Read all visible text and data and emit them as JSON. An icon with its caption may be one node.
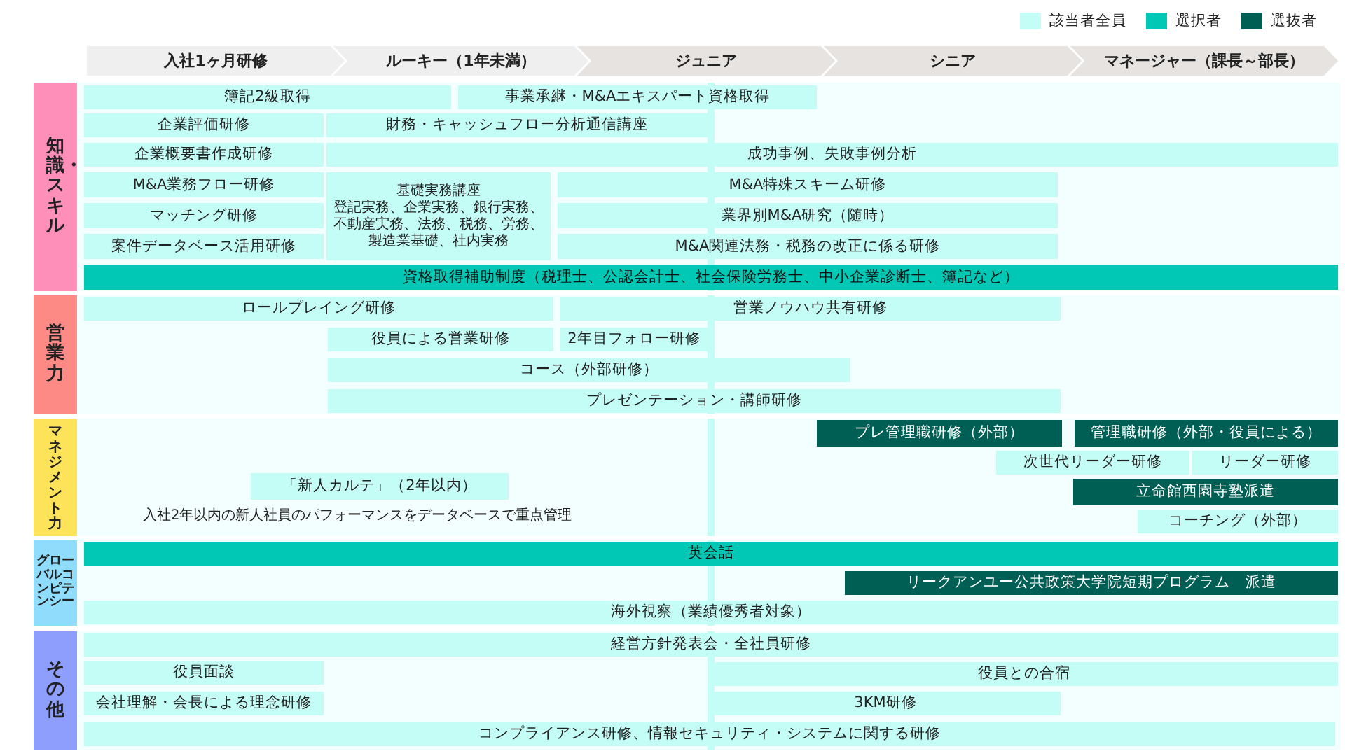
{
  "diagram": {
    "nodes": [
      {
        "text": [
          "入社1ヶ月研修"
        ]
      },
      {
        "text": [
          "ルーキー（1年未満）"
        ]
      },
      {
        "text": [
          "ジュニア"
        ]
      },
      {
        "text": [
          "シニア"
        ]
      },
      {
        "text": [
          "マネージャー（課長～部長）"
        ]
      },
      {
        "text": [
          "知識・スキル"
        ]
      },
      {
        "text": [
          "簿記2級取得"
        ],
        "in": 5
      },
      {
        "text": [
          "事業承継・M&Aエキスパート資格取得"
        ],
        "in": 5
      },
      {
        "text": [
          "企業評価研修"
        ],
        "in": 5
      },
      {
        "text": [
          "財務・キャッシュフロー分析通信講座"
        ],
        "in": 5
      },
      {
        "text": [
          "企業概要書作成研修"
        ],
        "in": 5
      },
      {
        "text": [
          "成功事例、失敗事例分析"
        ],
        "in": 5
      },
      {
        "text": [
          "M&A業務フロー研修"
        ],
        "in": 5
      },
      {
        "text": [
          "基礎実務講座",
          "登記実務、企業実務、銀行実務、不動産実務、法務、税務、労務、製造業基礎、社内実務"
        ],
        "in": 5
      },
      {
        "text": [
          "M&A特殊スキーム研修"
        ],
        "in": 5
      },
      {
        "text": [
          "マッチング研修"
        ],
        "in": 5
      },
      {
        "text": [
          "業界別M&A研究（随時）"
        ],
        "in": 5
      },
      {
        "text": [
          "案件データベース活用研修"
        ],
        "in": 5
      },
      {
        "text": [
          "M&A関連法務・税務の改正に係る研修"
        ],
        "in": 5
      },
      {
        "text": [
          "資格取得補助制度（税理士、公認会計士、社会保険労務士、中小企業診断士、簿記など）"
        ],
        "in": 5
      },
      {
        "text": [
          "営業力"
        ]
      },
      {
        "text": [
          "ロールプレイング研修"
        ],
        "in": 20
      },
      {
        "text": [
          "営業ノウハウ共有研修"
        ],
        "in": 20
      },
      {
        "text": [
          "役員による営業研修"
        ],
        "in": 20
      },
      {
        "text": [
          "2年目フォロー研修"
        ],
        "in": 20
      },
      {
        "text": [
          "コース（外部研修）"
        ],
        "in": 20
      },
      {
        "text": [
          "プレゼンテーション・講師研修"
        ],
        "in": 20
      },
      {
        "text": [
          "マネジメント力"
        ]
      },
      {
        "text": [
          "プレ管理職研修（外部）"
        ],
        "in": 27
      },
      {
        "text": [
          "管理職研修（外部・役員による）"
        ],
        "in": 27
      },
      {
        "text": [
          "次世代リーダー研修"
        ],
        "in": 27
      },
      {
        "text": [
          "リーダー研修"
        ],
        "in": 27
      },
      {
        "text": [
          "「新人カルテ」（2年以内）"
        ],
        "in": 27,
        "beside": [
          "入社2年以内の新人社員のパフォーマンスをデータベースで重点管理"
        ]
      },
      {
        "text": [
          "立命館西園寺塾派遣"
        ],
        "in": 27
      },
      {
        "text": [
          "コーチング（外部）"
        ],
        "in": 27
      },
      {
        "text": [
          "グローバルコンピテンシー"
        ]
      },
      {
        "text": [
          "英会話"
        ],
        "in": 35
      },
      {
        "text": [
          "リークアンユー公共政策大学院短期プログラム　派遣"
        ],
        "in": 35
      },
      {
        "text": [
          "海外視察（業績優秀者対象）"
        ],
        "in": 35
      },
      {
        "text": [
          "その他"
        ]
      },
      {
        "text": [
          "経営方針発表会・全社員研修"
        ],
        "in": 39
      },
      {
        "text": [
          "役員面談"
        ],
        "in": 39
      },
      {
        "text": [
          "役員との合宿"
        ],
        "in": 39
      },
      {
        "text": [
          "会社理解・会長による理念研修"
        ],
        "in": 39
      },
      {
        "text": [
          "3KM研修"
        ],
        "in": 39
      },
      {
        "text": [
          "コンプライアンス研修、情報セキュリティ・システムに関する研修"
        ],
        "in": 39
      }
    ],
    "legend": [
      {
        "text": "該当者全員",
        "color": "#c4fdf6"
      },
      {
        "text": "選択者",
        "color": "#00c8b4"
      },
      {
        "text": "選抜者",
        "color": "#005f55"
      }
    ]
  }
}
